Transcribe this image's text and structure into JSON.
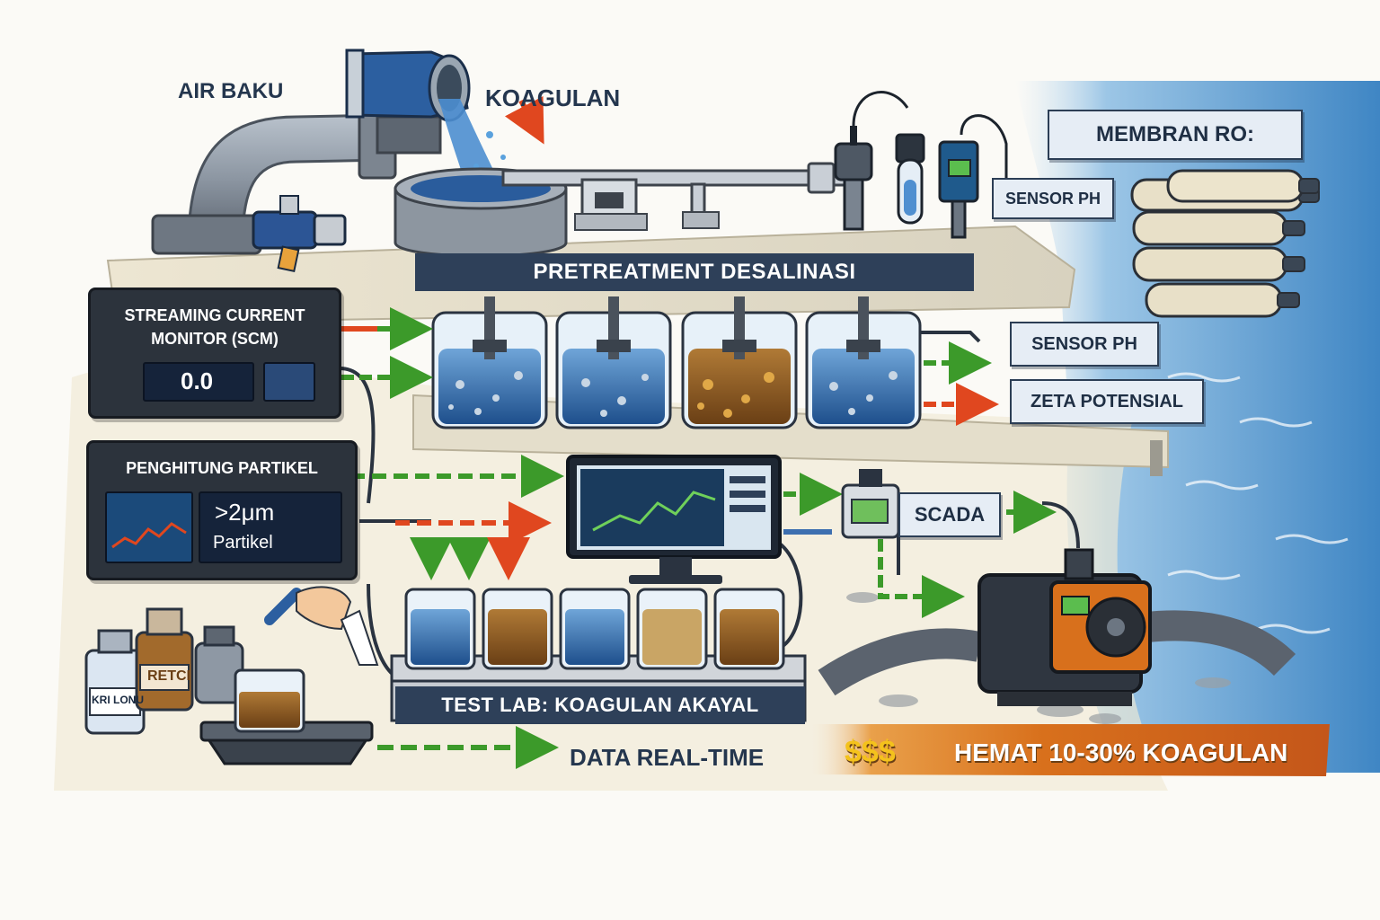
{
  "labels": {
    "air_baku": "AIR BAKU",
    "koagulan": "KOAGULAN",
    "membran_ro": "MEMBRAN RO:",
    "sensor_ph_top": "SENSOR PH",
    "pretreatment": "PRETREATMENT DESALINASI",
    "scm_title_line1": "STREAMING CURRENT",
    "scm_title_line2": "MONITOR (SCM)",
    "scm_readout": "0.0",
    "sensor_ph_mid": "SENSOR PH",
    "zeta": "ZETA POTENSIAL",
    "particle_title": "PENGHITUNG PARTIKEL",
    "particle_size": ">2μm",
    "particle_unit": "Partikel",
    "scada": "SCADA",
    "test_lab": "TEST LAB: KOAGULAN AKAYAL",
    "data_realtime": "DATA REAL-TIME",
    "savings_symbol": "$$$",
    "savings_text": "HEMAT 10-30% KOAGULAN",
    "bottle_1": "KRI LONU",
    "bottle_2": "RETCI"
  },
  "icons": [
    "pipe-icon",
    "pump-icon",
    "sensor-probe-icon",
    "tank-icon",
    "membrane-cylinder-icon",
    "monitor-icon",
    "beaker-icon",
    "arrow-icon",
    "dropper-icon",
    "scale-icon"
  ],
  "colors": {
    "arrow_green": "#3c9a2a",
    "arrow_red": "#e0471f",
    "arrow_blue": "#3d6fb0",
    "banner_dark": "#2e4059",
    "water_blue": "#3e78b8",
    "sludge_brown": "#8a5a24",
    "savings_orange": "#d8701c"
  }
}
